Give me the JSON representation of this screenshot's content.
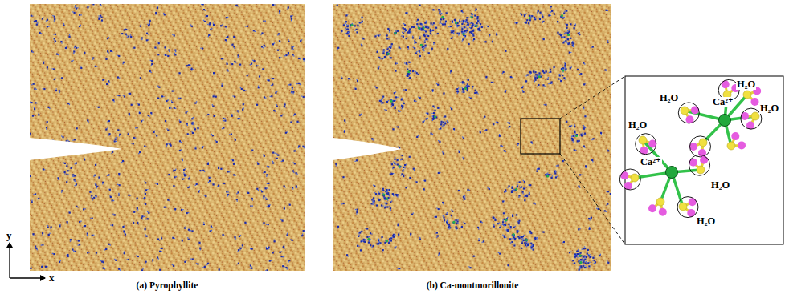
{
  "diagram": {
    "labels": [
      "(a) Pyrophyllite",
      "(b) Ca-montmorillonite",
      "y",
      "x",
      "H₂O",
      "H₂O",
      "Ca²⁺",
      "H₂O",
      "H₂O",
      "Ca²⁺",
      "H₂O",
      "H₂O"
    ]
  }
}
